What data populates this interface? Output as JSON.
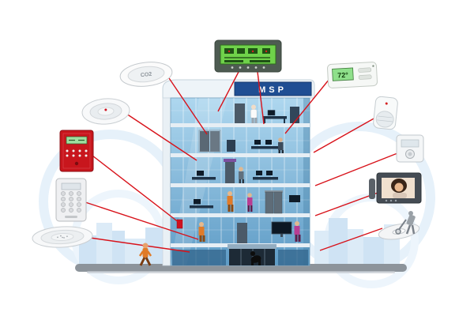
{
  "building": {
    "sign": "MSP"
  },
  "devices": {
    "co2_detector": {
      "icon": "co2-detector-icon",
      "label": "CO2"
    },
    "smoke_detector": {
      "icon": "smoke-detector-icon"
    },
    "fire_alarm_panel": {
      "icon": "fire-alarm-panel-icon"
    },
    "access_keypad": {
      "icon": "access-keypad-icon"
    },
    "ceiling_speaker": {
      "icon": "ceiling-speaker-icon"
    },
    "control_panel": {
      "icon": "building-control-panel-icon"
    },
    "thermostat": {
      "icon": "thermostat-icon",
      "label": "72°"
    },
    "motion_sensor": {
      "icon": "motion-sensor-icon"
    },
    "card_reader": {
      "icon": "card-reader-icon"
    },
    "video_intercom": {
      "icon": "video-intercom-icon"
    },
    "data_disc": {
      "icon": "data-disc-icon"
    }
  },
  "colors": {
    "connector_line": "#d8121a",
    "building_glass": "#8fc2e2",
    "sign_band": "#1f4e93",
    "panel_lcd_green": "#6fd24a",
    "thermostat_lcd_green": "#8fe08b",
    "alarm_red": "#c8161d",
    "skyline_blue": "#cfe3f4"
  }
}
